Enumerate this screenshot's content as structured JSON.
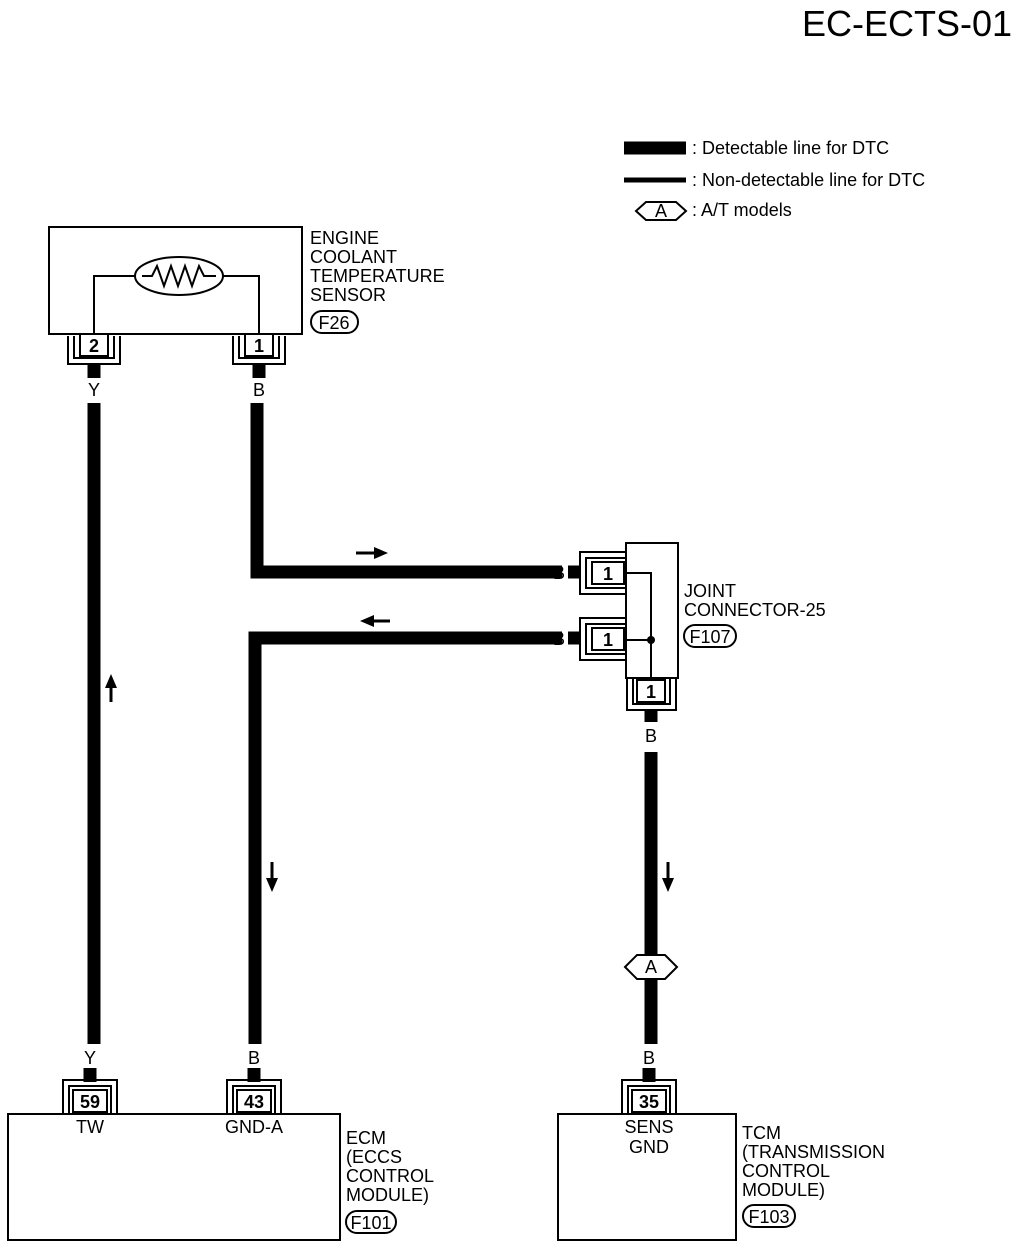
{
  "page_id": "EC-ECTS-01",
  "legend": {
    "detectable": ": Detectable line for DTC",
    "non_detectable": ": Non-detectable line for DTC",
    "at_symbol": "A",
    "at_models": ": A/T models"
  },
  "sensor": {
    "name_lines": [
      "ENGINE",
      "COOLANT",
      "TEMPERATURE",
      "SENSOR"
    ],
    "connector": "F26",
    "pin_left": "2",
    "pin_right": "1",
    "wire_left": "Y",
    "wire_right": "B"
  },
  "joint": {
    "name_lines": [
      "JOINT",
      "CONNECTOR-25"
    ],
    "connector": "F107",
    "pin_top": "1",
    "pin_mid": "1",
    "pin_bottom": "1",
    "wire_top": "B",
    "wire_mid": "B",
    "wire_bottom": "B"
  },
  "at_marker": "A",
  "ecm": {
    "name_lines": [
      "ECM",
      "(ECCS",
      "CONTROL",
      "MODULE)"
    ],
    "connector": "F101",
    "pin_tw": "59",
    "pin_gnd": "43",
    "terminal_tw": "TW",
    "terminal_gnd": "GND-A",
    "wire_tw": "Y",
    "wire_gnd": "B"
  },
  "tcm": {
    "name_lines": [
      "TCM",
      "(TRANSMISSION",
      "CONTROL",
      "MODULE)"
    ],
    "connector": "F103",
    "pin": "35",
    "terminal_lines": [
      "SENS",
      "GND"
    ],
    "wire": "B"
  }
}
